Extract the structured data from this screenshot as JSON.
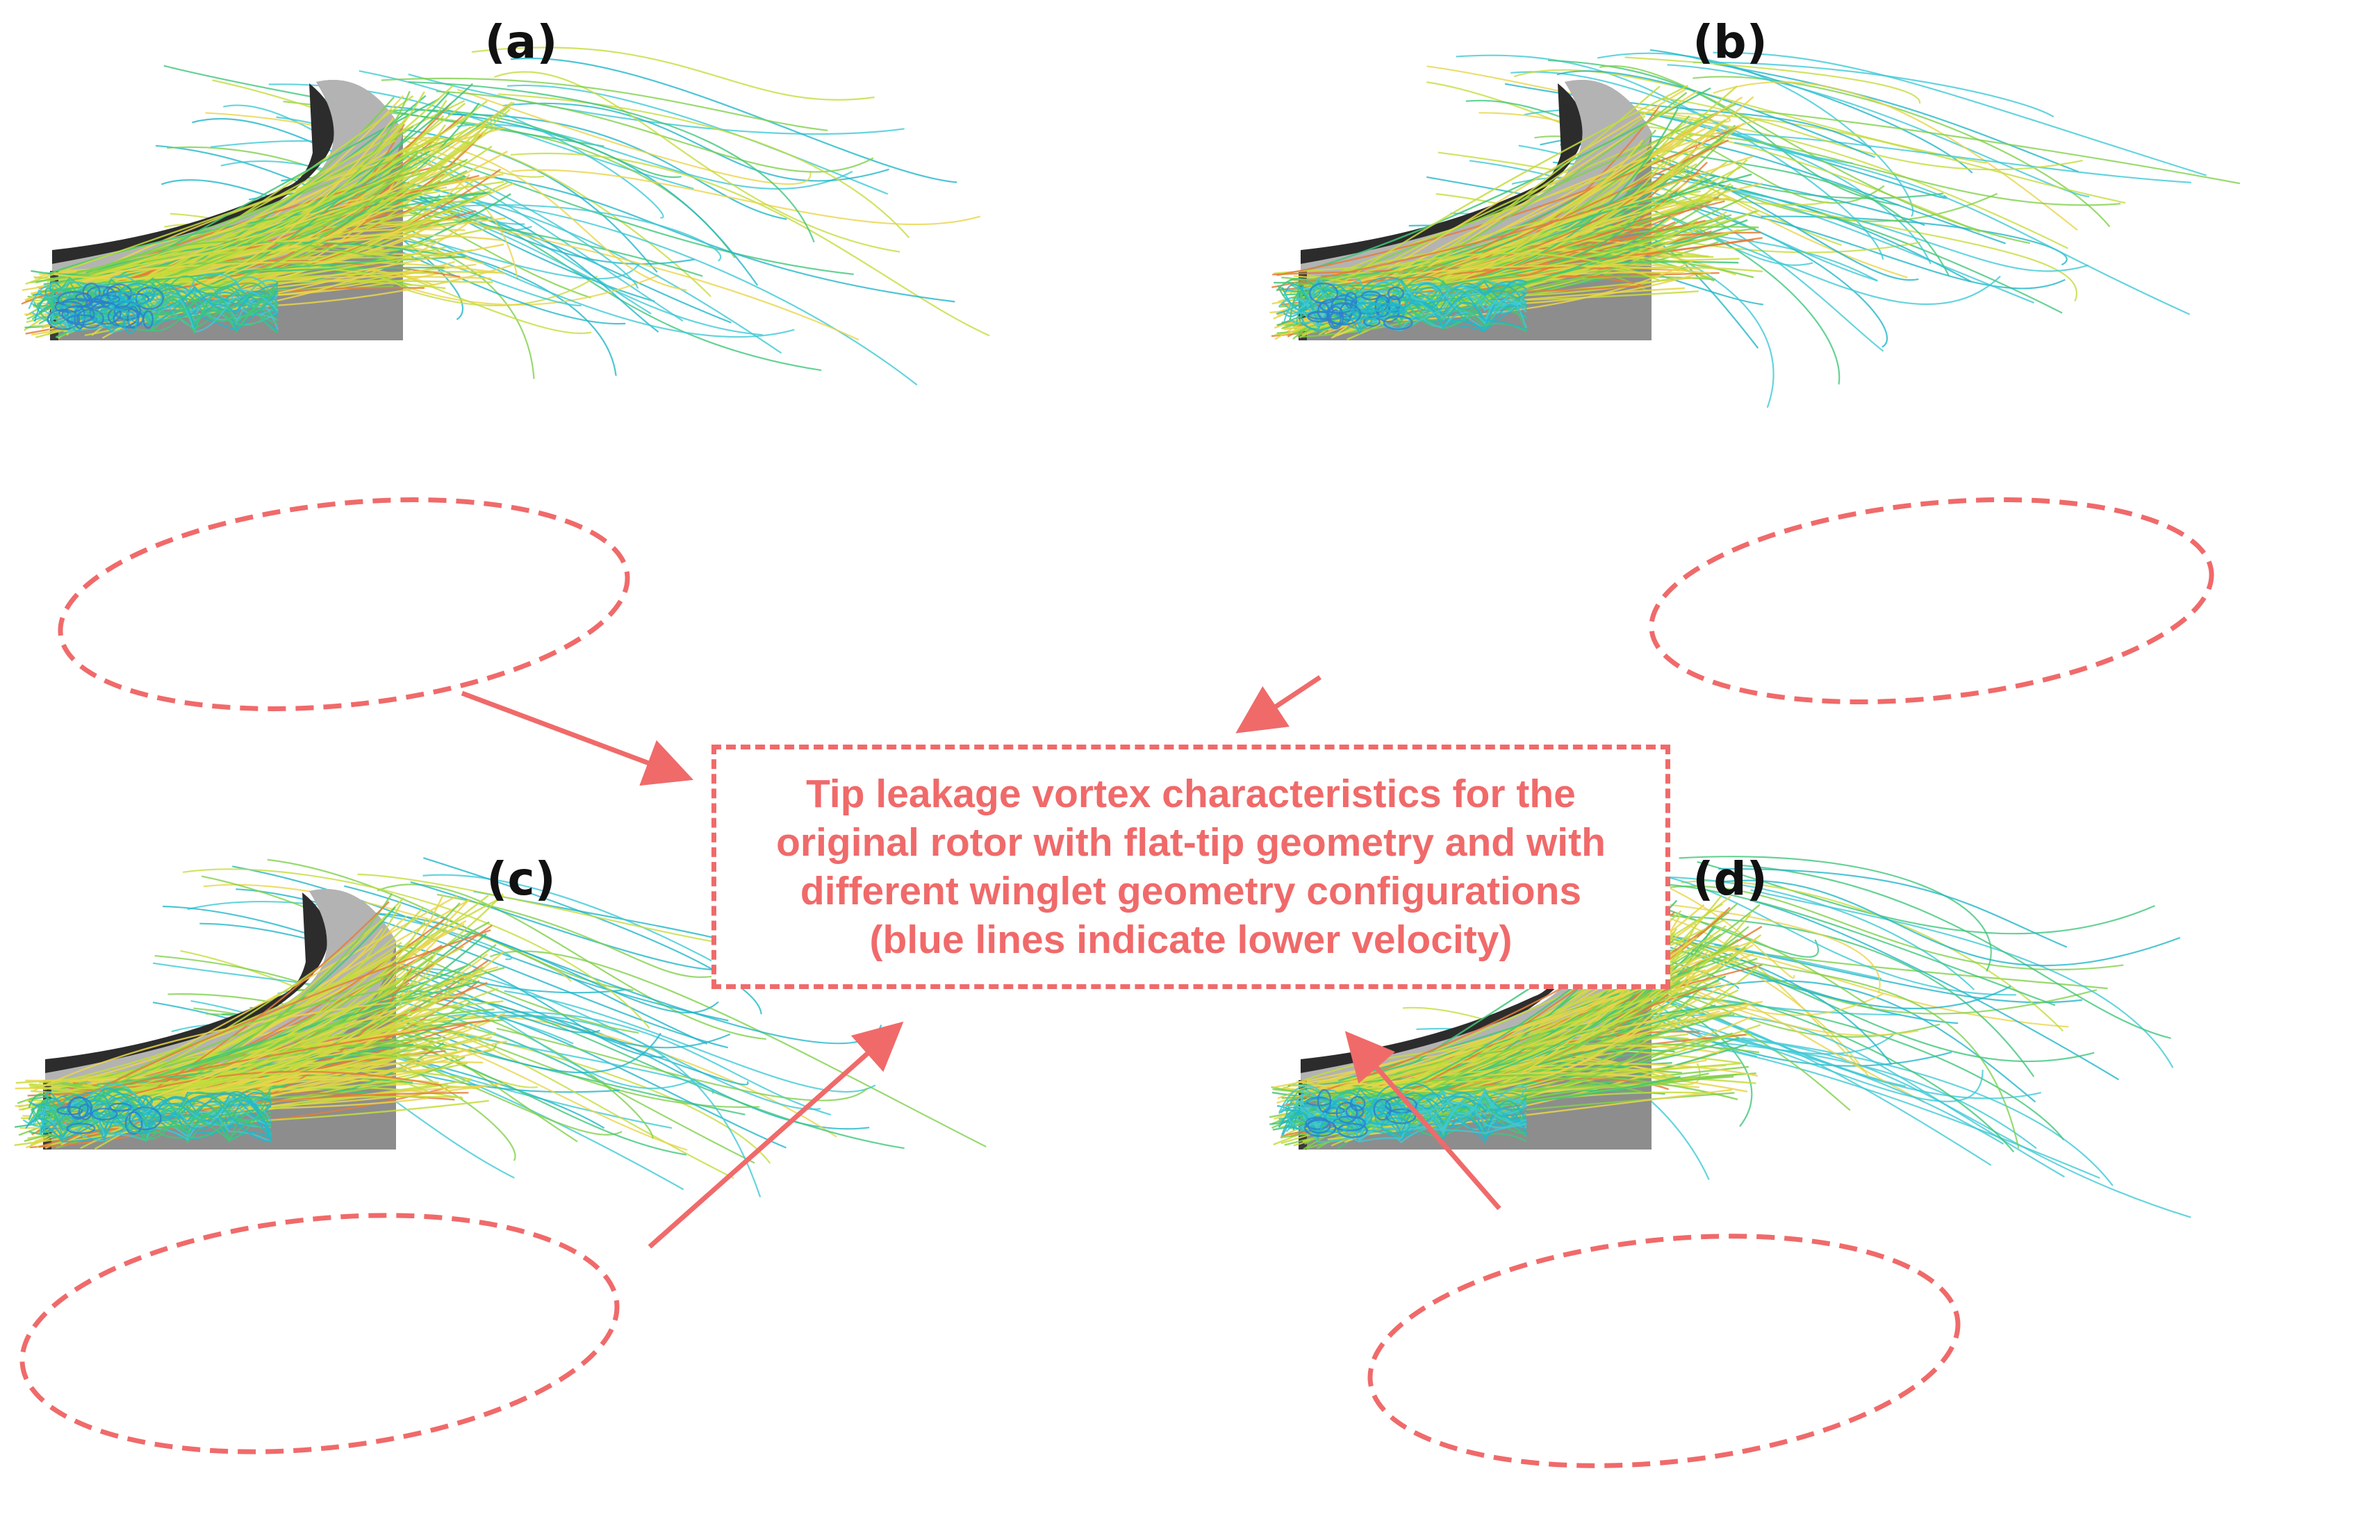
{
  "panels": [
    {
      "label": "(a)",
      "blue_intensity": 1.0
    },
    {
      "label": "(b)",
      "blue_intensity": 0.75
    },
    {
      "label": "(c)",
      "blue_intensity": 0.35
    },
    {
      "label": "(d)",
      "blue_intensity": 0.55
    }
  ],
  "caption": {
    "lines": [
      "Tip leakage vortex characteristics for the",
      "original rotor with flat-tip geometry and with",
      "different winglet geometry configurations",
      "(blue lines indicate lower velocity)"
    ]
  },
  "colors": {
    "annotation": "#f06a6a",
    "blade": "#8d8d8d",
    "blade_tip": "#b3b3b3",
    "blade_shadow": "#2c2c2c",
    "streamline_palette": [
      "#3ec9d6",
      "#22b7c9",
      "#3fc77a",
      "#7ed14a",
      "#c6dc3c",
      "#e9d54a",
      "#f0b94d",
      "#e67c3a",
      "#2b7fd0"
    ]
  }
}
